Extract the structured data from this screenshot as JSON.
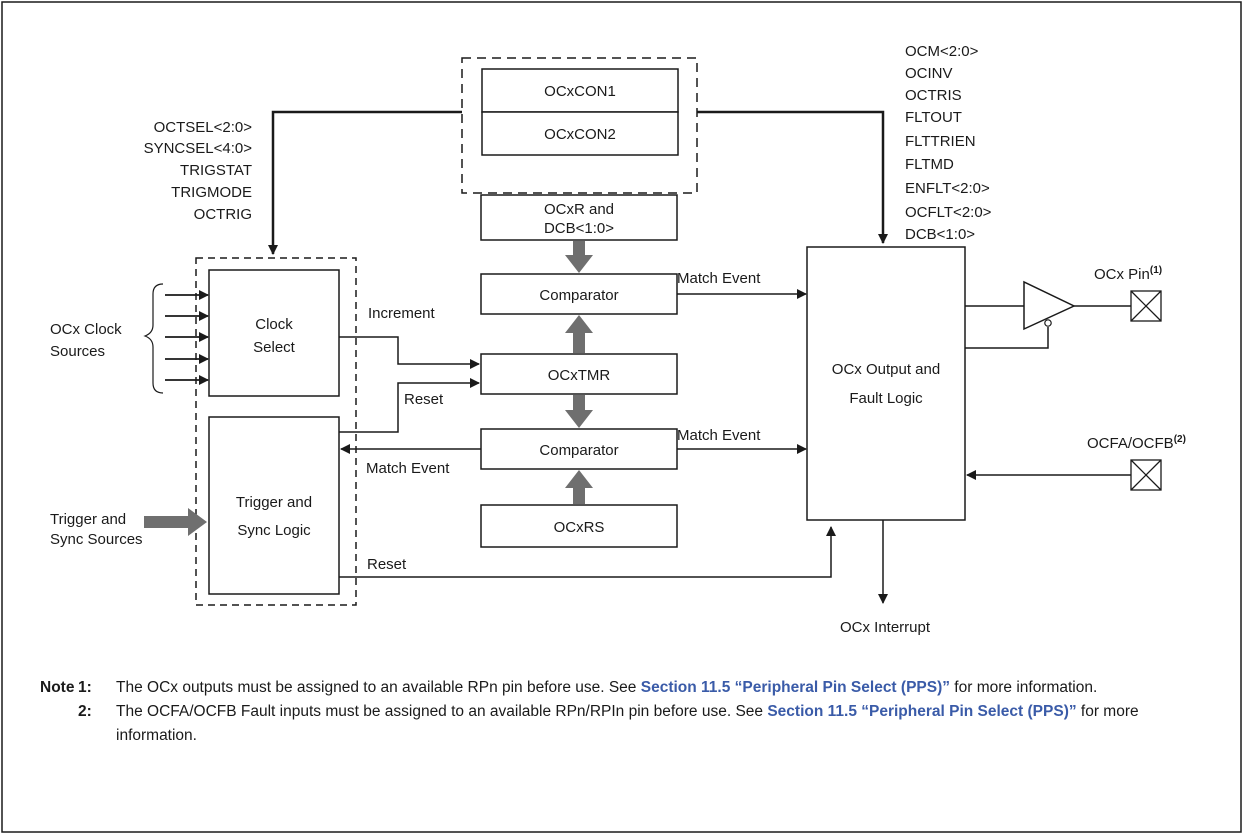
{
  "blocks": {
    "ocxcon1": "OCxCON1",
    "ocxcon2": "OCxCON2",
    "ocxr_line1": "OCxR and",
    "ocxr_line2": "DCB<1:0>",
    "comparator_top": "Comparator",
    "ocxtmr": "OCxTMR",
    "comparator_bottom": "Comparator",
    "ocxrs": "OCxRS",
    "clock_select_line1": "Clock",
    "clock_select_line2": "Select",
    "trigger_sync_line1": "Trigger and",
    "trigger_sync_line2": "Sync Logic",
    "output_logic_line1": "OCx Output and",
    "output_logic_line2": "Fault Logic"
  },
  "left_bits": [
    "OCTSEL<2:0>",
    "SYNCSEL<4:0>",
    "TRIGSTAT",
    "TRIGMODE",
    "OCTRIG"
  ],
  "right_bits": [
    "OCM<2:0>",
    "OCINV",
    "OCTRIS",
    "FLTOUT",
    "FLTTRIEN",
    "FLTMD",
    "ENFLT<2:0>",
    "OCFLT<2:0>",
    "DCB<1:0>"
  ],
  "labels": {
    "clock_sources_line1": "OCx Clock",
    "clock_sources_line2": "Sources",
    "increment": "Increment",
    "reset_top": "Reset",
    "reset_bottom": "Reset",
    "match_event_top": "Match Event",
    "match_event_right": "Match Event",
    "match_event_left": "Match Event",
    "trigger_sources_line1": "Trigger and",
    "trigger_sources_line2": "Sync Sources",
    "ocx_pin": "OCx Pin",
    "ocx_pin_sup": "(1)",
    "ocfa_ocfb": "OCFA/OCFB",
    "ocfa_ocfb_sup": "(2)",
    "ocx_interrupt": "OCx Interrupt"
  },
  "notes": {
    "label": "Note",
    "items": [
      {
        "num": "1:",
        "pre": "The OCx outputs must be assigned to an available RPn pin before use. See ",
        "ref": "Section 11.5 “Peripheral Pin Select (PPS)”",
        "post": " for more information."
      },
      {
        "num": "2:",
        "pre": "The OCFA/OCFB Fault inputs must be assigned to an available RPn/RPIn pin before use. See ",
        "ref": "Section 11.5 “Peripheral Pin Select (PPS)”",
        "post": " for more information."
      }
    ]
  }
}
